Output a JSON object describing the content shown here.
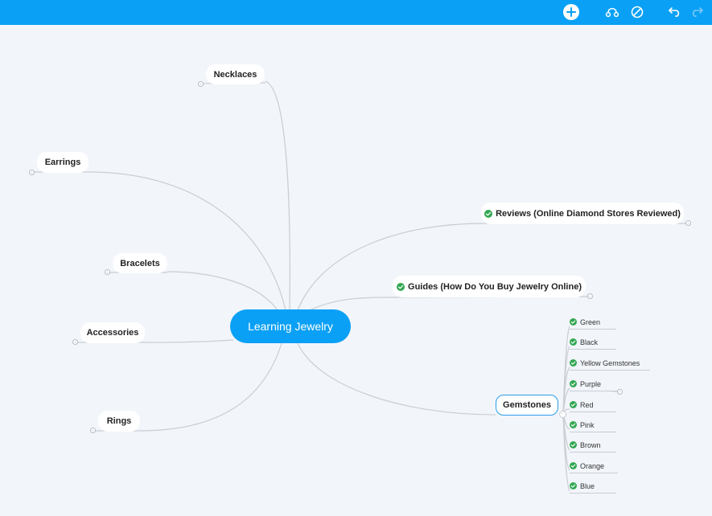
{
  "toolbar": {
    "add_icon": "plus-circle-icon",
    "relationship_icon": "relationship-curve-icon",
    "disable_icon": "no-symbol-icon",
    "undo_icon": "undo-icon",
    "redo_icon": "redo-icon"
  },
  "colors": {
    "toolbar_bg": "#0aa0f5",
    "root_bg": "#0aa0f5",
    "canvas_bg": "#f2f5fa",
    "check_green": "#33a852",
    "link_line": "#c9cdd3"
  },
  "map": {
    "root": "Learning Jewelry",
    "left_topics": [
      {
        "label": "Necklaces"
      },
      {
        "label": "Earrings"
      },
      {
        "label": "Bracelets"
      },
      {
        "label": "Accessories"
      },
      {
        "label": "Rings"
      }
    ],
    "right_topics": [
      {
        "label": "Reviews (Online Diamond Stores Reviewed)",
        "checked": true
      },
      {
        "label": "Guides (How Do You Buy Jewelry Online)",
        "checked": true
      },
      {
        "label": "Gemstones",
        "checked": false
      }
    ],
    "gemstones": [
      {
        "label": "Green",
        "checked": true
      },
      {
        "label": "Black",
        "checked": true
      },
      {
        "label": "Yellow Gemstones",
        "checked": true
      },
      {
        "label": "Purple",
        "checked": true
      },
      {
        "label": "Red",
        "checked": true
      },
      {
        "label": "Pink",
        "checked": true
      },
      {
        "label": "Brown",
        "checked": true
      },
      {
        "label": "Orange",
        "checked": true
      },
      {
        "label": "Blue",
        "checked": true
      }
    ]
  }
}
